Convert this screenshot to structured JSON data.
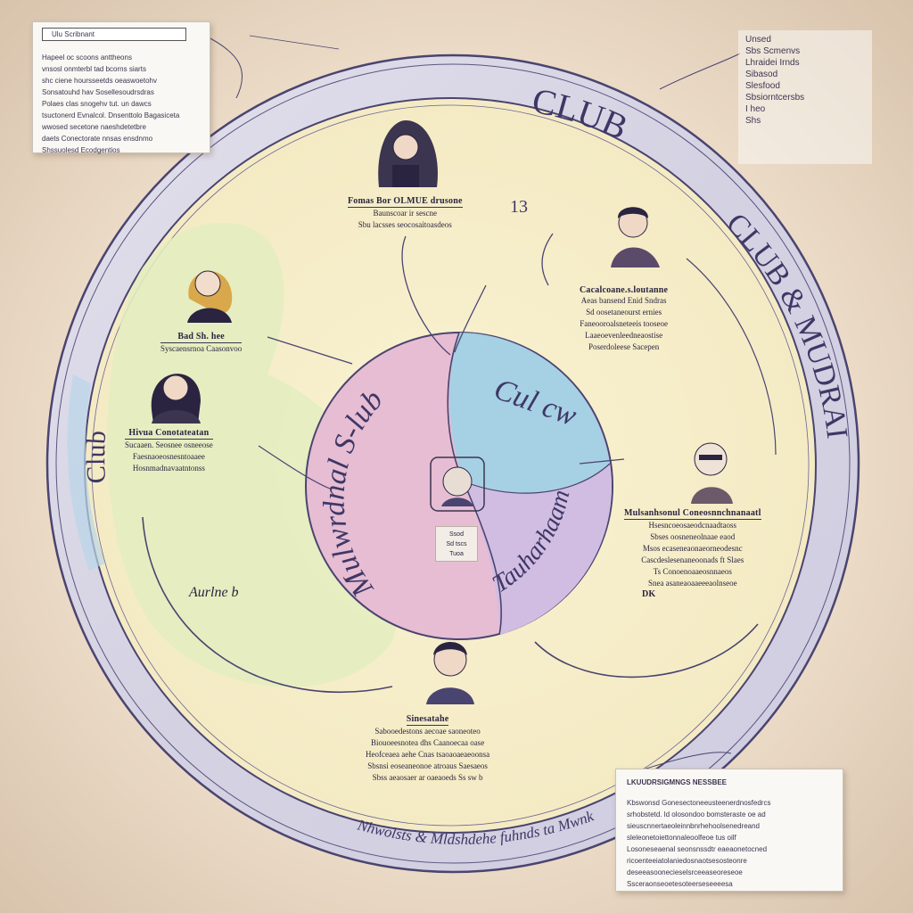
{
  "notes": {
    "top_left": {
      "title": "Ulu Scribnant",
      "lines": [
        "Hapeel oc scoons anttheons",
        "vnsosl onmterbl tad bcorns siarts",
        "shc ciene hoursseetds oeaswoetohv",
        "Sonsatouhd hav Sosellesoudrsdras",
        "Polaes clas snogehv tut. un dawcs",
        "tsuctonerd Evnalcol. Dnsenttolo Bagasiceta",
        "wwosed secetone naeshdetetbre",
        "daets Conectorate nnsas ensdnmo",
        "Shssuolesd Ecodgentios"
      ]
    },
    "top_right": {
      "lines": [
        "Unsed",
        "Sbs Scmenvs",
        "Lhraidei Irnds",
        "Sibasod",
        "Slesfood",
        "Sbsiorntcersbs",
        "I heo",
        "Shs"
      ]
    },
    "bottom_right": {
      "header": "LKUUDRSIGMNGS NESSBEE",
      "lines": [
        "Kbswonsd Gonesectoneeusteenerdnosfedrcs",
        "srhobstetd. ld olosondoo bomsteraste oe ad",
        "sieuscnnertaeoleinnbnrhehoolsenedreand",
        "sleleonetoiettonnaleoolfeoe tus oilf",
        "Losoneseaenal seonsnssdtr eaeaonetocned",
        "ricoenteeiatolaniedosnaotsesosteonre",
        "deseeasoonecieselsrceeaseoreseoe",
        "Ssceraonseoetesoteerseseeeesa"
      ]
    }
  },
  "ring": {
    "top": "CLUB",
    "right_upper": "CLUB",
    "right_lower": "CLUB & MUDRAI",
    "left": "Club",
    "bottom": "Nhwolsts & Mldshdehe fuhnds ta Mwnk"
  },
  "top_number": "13",
  "inner_circle": {
    "left_text": "Mulwrdnal S-lub",
    "top_right_text": "Cul cw",
    "bottom_right_text": "Tauharhaam",
    "center_card": [
      "Ssod",
      "Sd tscs",
      "Tuoa"
    ]
  },
  "members": [
    {
      "name": "Fomas Bor OLMUE drusone",
      "desc": [
        "Baunscoar ir sescne",
        "Sbu lacsses seocosaitoasdeos"
      ]
    },
    {
      "name": "Cacalcoane.s.loutanne",
      "desc": [
        "Aeas bansend Enid Sndras",
        "Sd oosetaneourst ernies",
        "Faneooroalsneteeis tooseoe",
        "Laaeoevenleedneaostise",
        "Poserdoleese Sacepen"
      ]
    },
    {
      "name": "Bad Sh. hee",
      "desc": [
        "Syscaensrnoa Caasonvoo"
      ]
    },
    {
      "name": "Hivua Conotateatan",
      "desc": [
        "Sucaaen. Seosnee osneeose",
        "Faesnaoeosnesntoaaee",
        "Hosnmadnavaatntonss"
      ]
    },
    {
      "name": "Mulsanhsonul Coneosnnchnanaatl",
      "desc": [
        "Hsesncoeosaeodcnaadtaoss",
        "Sbses oosneneolnaae eaod",
        "Msos ecaseneaonaeorneodesnc",
        "Cascdeslesenaneoonads ft Slaes",
        "Ts Conoenoaaeosnnaeos",
        "Snea asaneaoaaeeeaolnseoe"
      ],
      "tag": "DK"
    },
    {
      "name": "Sinesatahe",
      "desc": [
        "Sabooedestons aecoae saoneoteo",
        "Biouoeesnotea dhs Caanoecaa oase",
        "Heofceaea aehe Cnas tsaoaoaeaeoonsa",
        "Sbsnsi eoseaneonoe atroaus Saesaeos",
        "Sbss aeaosaer ar oaeaoeds Ss sw b"
      ]
    }
  ],
  "zone_label": "Aurlne b",
  "palette": {
    "ring_outer": "#4a4470",
    "ring_fill": "#d8d6e4",
    "yellow_zone": "#f7efc9",
    "green_zone": "#e7efc2",
    "pink_zone": "#e6bdd3",
    "blue_zone": "#a6d0e4",
    "purple_zone": "#d2bde2"
  }
}
